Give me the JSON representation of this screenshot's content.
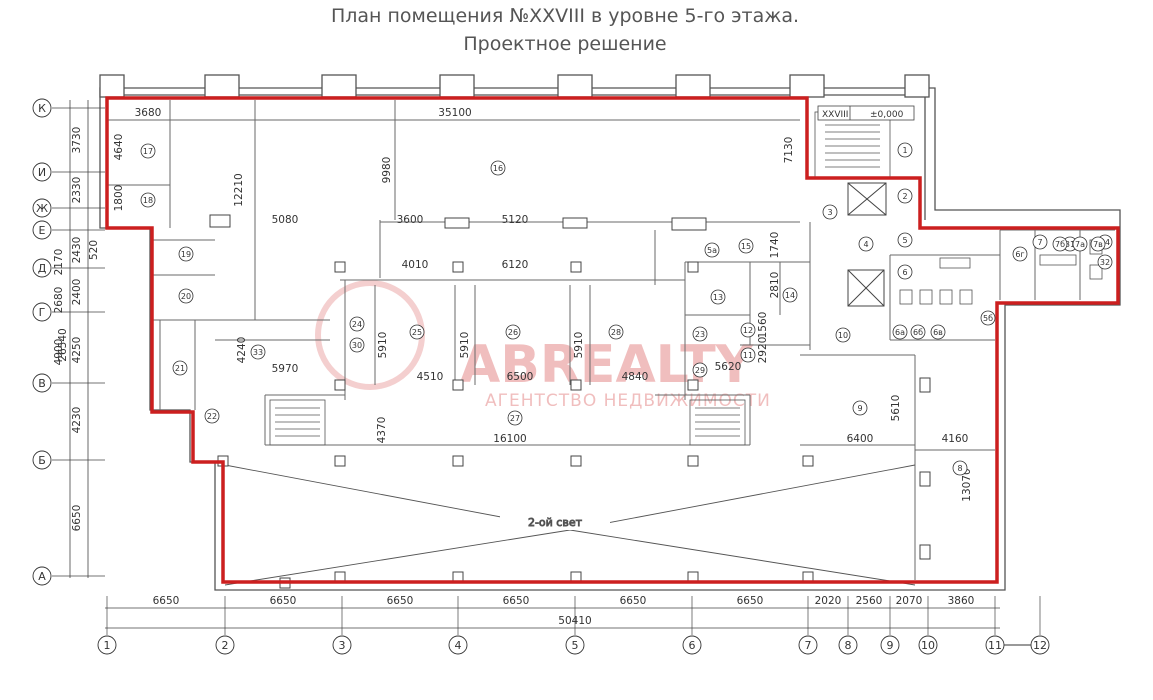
{
  "title": {
    "line1": "План помещения №XXVIII в уровне 5-го этажа.",
    "line2": "Проектное решение"
  },
  "watermark": {
    "logo": "ABREALTY",
    "tagline": "АГЕНТСТВО НЕДВИЖИМОСТИ"
  },
  "colors": {
    "highlight": "#cc1f1f",
    "line": "#444444",
    "light": "#8a8a8a"
  },
  "stair_tag": {
    "label": "XXVIII",
    "level": "±0,000"
  },
  "center_note": "2-ой свет",
  "axes": {
    "bottom": [
      "1",
      "2",
      "3",
      "4",
      "5",
      "6",
      "7",
      "8",
      "9",
      "10",
      "11",
      "12"
    ],
    "left": [
      "К",
      "И",
      "Ж",
      "Е",
      "Д",
      "Г",
      "В",
      "Б",
      "А"
    ]
  },
  "dims": {
    "bottom": [
      "6650",
      "6650",
      "6650",
      "6650",
      "6650",
      "6650",
      "2020",
      "2560",
      "2070",
      "3860"
    ],
    "bottom_total": "50410",
    "left": [
      "3730",
      "2330",
      "2430",
      "520",
      "2170",
      "2400",
      "2680",
      "4250",
      "4900",
      "4230",
      "6650"
    ],
    "left_total": "26540",
    "plan": [
      "3680",
      "35100",
      "4640",
      "1800",
      "12210",
      "9980",
      "7130",
      "5080",
      "3600",
      "5120",
      "4010",
      "6120",
      "1740",
      "2810",
      "1560",
      "2920",
      "5620",
      "4240",
      "5970",
      "5910",
      "5910",
      "5910",
      "4510",
      "6500",
      "4840",
      "4370",
      "16100",
      "5610",
      "6400",
      "4160",
      "13070"
    ]
  },
  "rooms": [
    "1",
    "2",
    "3",
    "4",
    "5",
    "6",
    "7",
    "8",
    "9",
    "10",
    "11",
    "12",
    "13",
    "14",
    "15",
    "16",
    "17",
    "18",
    "19",
    "20",
    "21",
    "22",
    "23",
    "24",
    "25",
    "26",
    "27",
    "28",
    "29",
    "30",
    "31",
    "32",
    "33",
    "34",
    "5а",
    "5б",
    "6а",
    "6б",
    "6в",
    "6г",
    "7а",
    "7б",
    "7в"
  ]
}
